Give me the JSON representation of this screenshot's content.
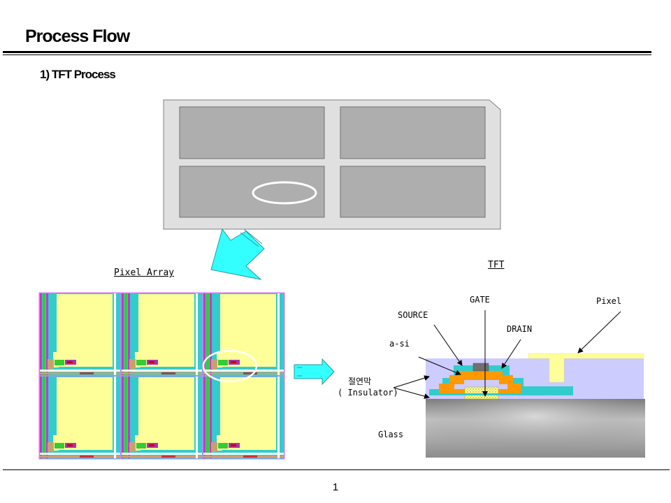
{
  "slide": {
    "title": "Process Flow",
    "subtitle": "1) TFT Process",
    "page_number": "1"
  },
  "labels": {
    "pixel_array": "Pixel Array",
    "tft": "TFT",
    "gate": "GATE",
    "pixel": "Pixel",
    "source": "SOURCE",
    "drain": "DRAIN",
    "a_si": "a-si",
    "insulator_ko": "절연막",
    "insulator_en": "( Insulator)",
    "glass": "Glass"
  },
  "colors": {
    "substrate": "#e0e0e0",
    "panel": "#aeaeae",
    "arrow": "#33ffff",
    "pixel_fill": "#ffff99",
    "data_line": "#33cccc",
    "magenta": "#cc33cc",
    "green": "#33cc33",
    "passivation": "#ccccff",
    "a_si": "#ff9900",
    "glass": "#999999"
  }
}
